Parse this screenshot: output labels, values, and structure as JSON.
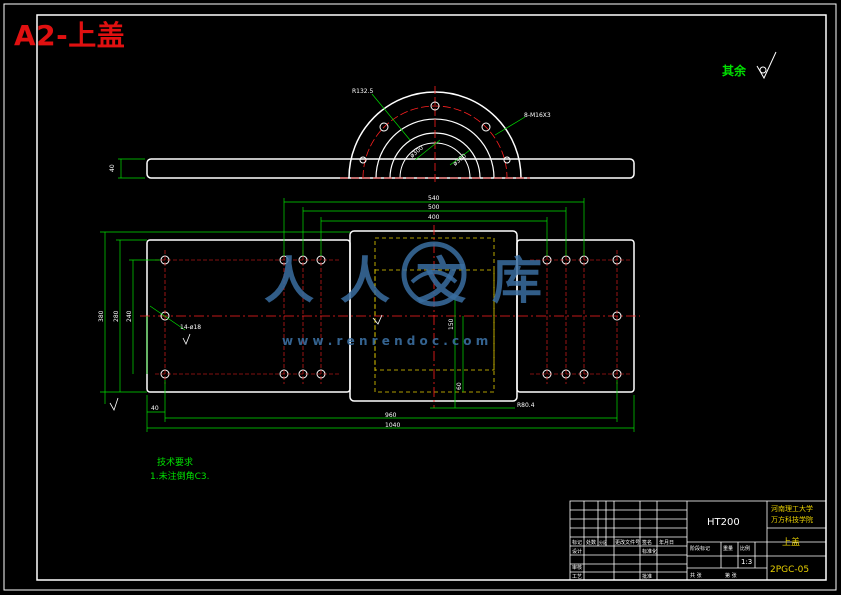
{
  "title": "A2-上盖",
  "roughness_note": "其余",
  "dimensions": {
    "top_radius": "R132.5",
    "holes_bolt": "8-M16X3",
    "dia1": "ø300",
    "dia2": "ø380",
    "height_left": "40",
    "d540": "540",
    "d500": "500",
    "d400": "400",
    "v380": "380",
    "v280": "280",
    "v240": "240",
    "v150": "150",
    "v60": "60",
    "hole_note": "14-ø18",
    "d40": "40",
    "d960": "960",
    "d1040": "1040",
    "r60_4": "R80.4"
  },
  "watermark": {
    "text": "人人文库",
    "url": "w w w . r e n r e n d o c . c o m"
  },
  "tech_req": {
    "heading": "技术要求",
    "line1": "1.未注倒角C3."
  },
  "title_block": {
    "school1": "河南理工大学",
    "school2": "万方科技学院",
    "material": "HT200",
    "part_name": "上盖",
    "scale": "1:3",
    "drawing_no": "2PGC-05",
    "labels": [
      "标记",
      "处数",
      "分区",
      "更改文件号",
      "签名",
      "年月日"
    ],
    "row2": [
      "设计",
      "",
      "标准化",
      "",
      "阶段标记",
      "重量",
      "比例"
    ],
    "row3": [
      "审核",
      "",
      "",
      ""
    ],
    "row4": [
      "工艺",
      "",
      "批准",
      "",
      "共 张",
      "第 张"
    ]
  },
  "colors": {
    "outline": "#ffffff",
    "dimension": "#00e000",
    "center": "#ff2020",
    "hidden": "#e8d000",
    "title": "#e01010",
    "watermark": "#3a6ea0"
  }
}
